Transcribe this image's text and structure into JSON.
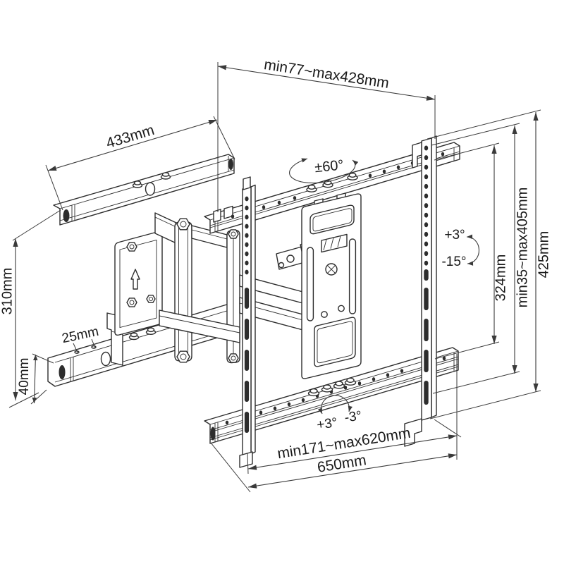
{
  "diagram": {
    "background": "#ffffff",
    "line_color": "#2d2d2d",
    "labels": {
      "extension_depth": "min77~max428mm",
      "top_rail_length": "433mm",
      "swivel_angle": "±60°",
      "wall_rail_spacing": "310mm",
      "hole_spacing": "25mm",
      "rail_height": "40mm",
      "tilt_up": "+3°",
      "tilt_down": "-15°",
      "bracket_hole_span": "324mm",
      "vesa_height_range": "min35~max405mm",
      "bracket_height": "425mm",
      "level_plus": "+3°",
      "level_minus": "-3°",
      "horizontal_slide_range": "min171~max620mm",
      "bottom_rail_length": "650mm"
    }
  }
}
